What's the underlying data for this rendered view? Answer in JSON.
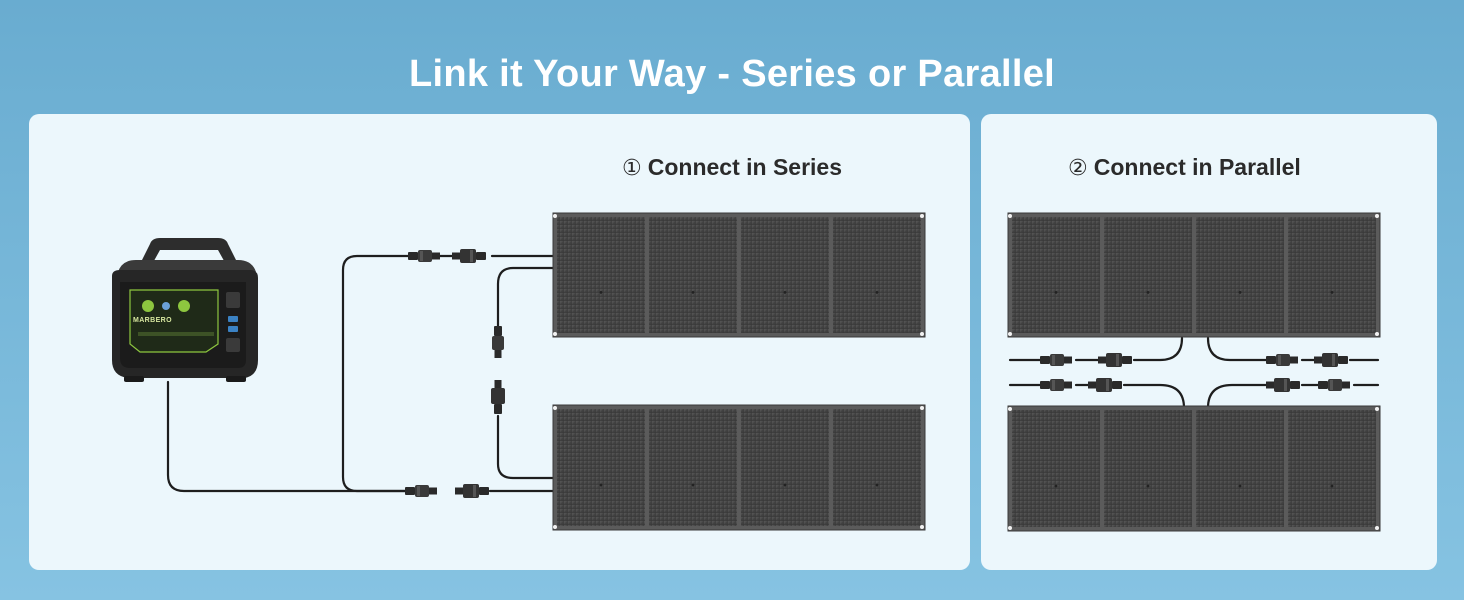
{
  "title": "Link it Your Way - Series or Parallel",
  "series": {
    "number": "①",
    "label": "Connect in Series"
  },
  "parallel": {
    "number": "②",
    "label": "Connect in Parallel"
  },
  "power_station": {
    "brand": "MARBERO",
    "accent_color": "#8dc63f"
  },
  "colors": {
    "background": "#74b6d8",
    "panel_bg": "#ecf7fc",
    "solar_cell": "#4a4a4a",
    "cable": "#1e1e1e"
  }
}
